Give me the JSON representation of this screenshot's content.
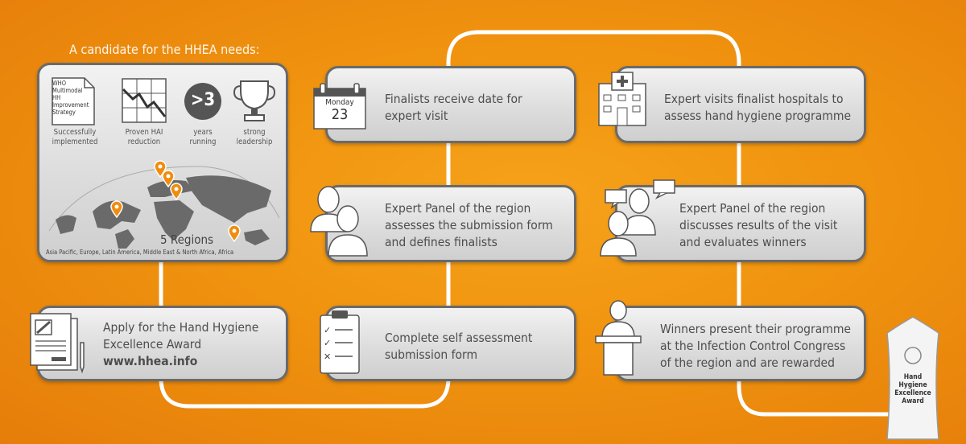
{
  "header": {
    "title": "A candidate for the HHEA needs:"
  },
  "requirements": [
    {
      "label": "Successfully\nimplemented",
      "doc_text": "WHO\nMultimodal HH\nImprovement\nStrategy"
    },
    {
      "label": "Proven HAI\nreduction"
    },
    {
      "label": "years\nrunning",
      "badge": ">3"
    },
    {
      "label": "strong\nleadership"
    }
  ],
  "regions": {
    "title": "5 Regions",
    "list": "Asia Pacific, Europe, Latin America, Middle East & North Africa, Africa"
  },
  "steps": {
    "apply": {
      "text": "Apply for the Hand Hygiene\nExcellence Award",
      "url": "www.hhea.info"
    },
    "self_assessment": {
      "text": "Complete self assessment\nsubmission form"
    },
    "panel_assess": {
      "text": "Expert Panel of the region\nassesses the submission form\nand defines finalists"
    },
    "finalists_date": {
      "text": "Finalists receive date for\nexpert visit",
      "cal_day": "Monday",
      "cal_date": "23"
    },
    "expert_visit": {
      "text": "Expert visits finalist hospitals to\nassess hand hygiene programme"
    },
    "panel_discuss": {
      "text": "Expert Panel of the region\ndiscusses results of the visit\nand evaluates winners"
    },
    "winners": {
      "text": "Winners present their programme\nat the Infection Control Congress\nof the region and are rewarded"
    }
  },
  "award": {
    "text": "Hand\nHygiene\nExcellence\nAward"
  },
  "colors": {
    "accent": "#f08c10",
    "box_border": "#6a6a6a",
    "text": "#4d4d4d",
    "path": "#ffffff"
  }
}
